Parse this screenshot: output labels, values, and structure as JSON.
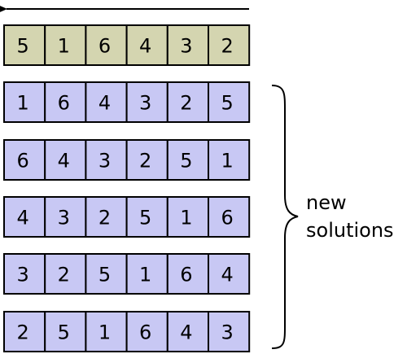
{
  "diagram": {
    "original_sequence": [
      "5",
      "1",
      "6",
      "4",
      "3",
      "2"
    ],
    "rotations": [
      [
        "1",
        "6",
        "4",
        "3",
        "2",
        "5"
      ],
      [
        "6",
        "4",
        "3",
        "2",
        "5",
        "1"
      ],
      [
        "4",
        "3",
        "2",
        "5",
        "1",
        "6"
      ],
      [
        "3",
        "2",
        "5",
        "1",
        "6",
        "4"
      ],
      [
        "2",
        "5",
        "1",
        "6",
        "4",
        "3"
      ]
    ],
    "brace_label_line1": "new",
    "brace_label_line2": "solutions",
    "colors": {
      "original_fill": "#d4d5b0",
      "rotation_fill": "#c8c8f4",
      "stroke": "#000000"
    },
    "arrow_direction": "left"
  }
}
